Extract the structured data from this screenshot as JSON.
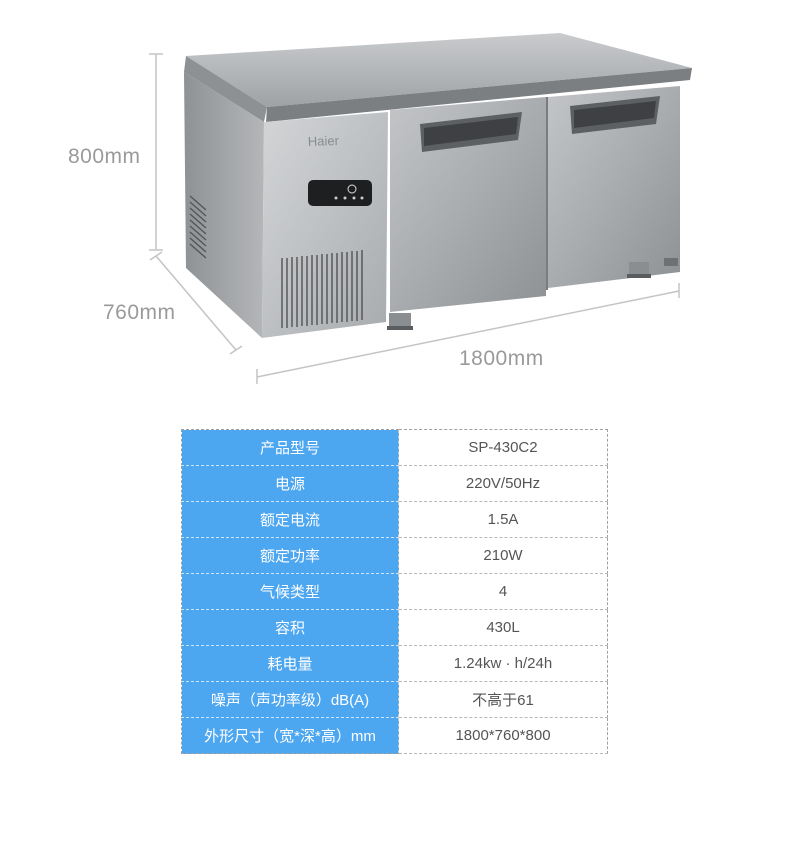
{
  "product": {
    "brand_logo": "Haier",
    "dimensions": {
      "height": "800mm",
      "depth": "760mm",
      "width": "1800mm"
    }
  },
  "specs": [
    {
      "label": "产品型号",
      "value": "SP-430C2"
    },
    {
      "label": "电源",
      "value": "220V/50Hz"
    },
    {
      "label": "额定电流",
      "value": "1.5A"
    },
    {
      "label": "额定功率",
      "value": "210W"
    },
    {
      "label": "气候类型",
      "value": "4"
    },
    {
      "label": "容积",
      "value": "430L"
    },
    {
      "label": "耗电量",
      "value": "1.24kw · h/24h"
    },
    {
      "label": "噪声（声功率级）dB(A)",
      "value": "不高于61"
    },
    {
      "label": "外形尺寸（宽*深*高）mm",
      "value": "1800*760*800"
    }
  ],
  "colors": {
    "header_cell": "#4da6f0",
    "dimension_text": "#9a9a9a",
    "steel": "#b9bbbd"
  }
}
